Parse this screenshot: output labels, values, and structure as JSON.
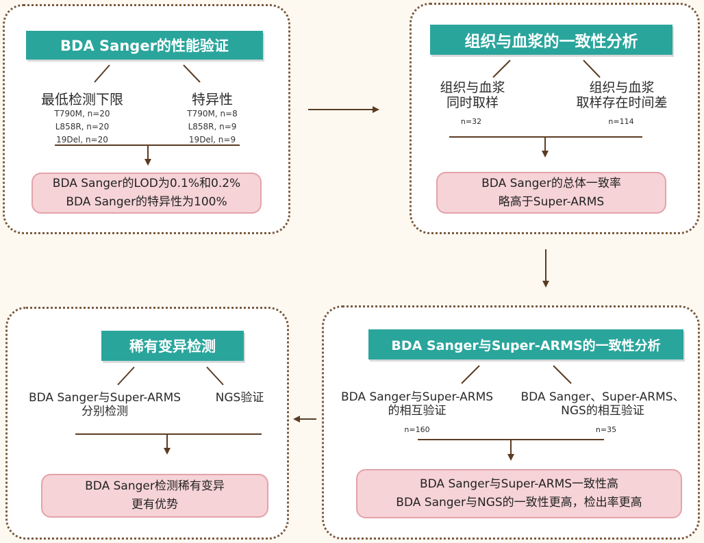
{
  "panel1": {
    "title": "BDA Sanger的性能验证",
    "left_label": "最低检测下限",
    "left_counts": [
      "T790M, n=20",
      "L858R, n=20",
      "19Del, n=20"
    ],
    "right_label": "特异性",
    "right_counts": [
      "T790M, n=8",
      "L858R, n=9",
      "19Del, n=9"
    ],
    "result": [
      "BDA Sanger的LOD为0.1%和0.2%",
      "BDA Sanger的特异性为100%"
    ]
  },
  "panel2": {
    "title": "组织与血浆的一致性分析",
    "left_label": [
      "组织与血浆",
      "同时取样"
    ],
    "left_n": "n=32",
    "right_label": [
      "组织与血浆",
      "取样存在时间差"
    ],
    "right_n": "n=114",
    "result": [
      "BDA Sanger的总体一致率",
      "略高于Super-ARMS"
    ]
  },
  "panel3": {
    "title": "BDA Sanger与Super-ARMS的一致性分析",
    "left_label": [
      "BDA Sanger与Super-ARMS",
      "的相互验证"
    ],
    "left_n": "n=160",
    "right_label": [
      "BDA Sanger、Super-ARMS、",
      "NGS的相互验证"
    ],
    "right_n": "n=35",
    "result": [
      "BDA Sanger与Super-ARMS一致性高",
      "BDA Sanger与NGS的一致性更高，检出率更高"
    ]
  },
  "panel4": {
    "title": "稀有变异检测",
    "left_label": [
      "BDA Sanger与Super-ARMS",
      "分别检测"
    ],
    "right_label": "NGS验证",
    "result": [
      "BDA Sanger检测稀有变异",
      "更有优势"
    ]
  },
  "colors": {
    "teal": "#2aa59c",
    "brown": "#5a3b22",
    "pink": "#f6d3d7",
    "pink_border": "#e3a2a9",
    "dotted": "#7a5a3c"
  }
}
